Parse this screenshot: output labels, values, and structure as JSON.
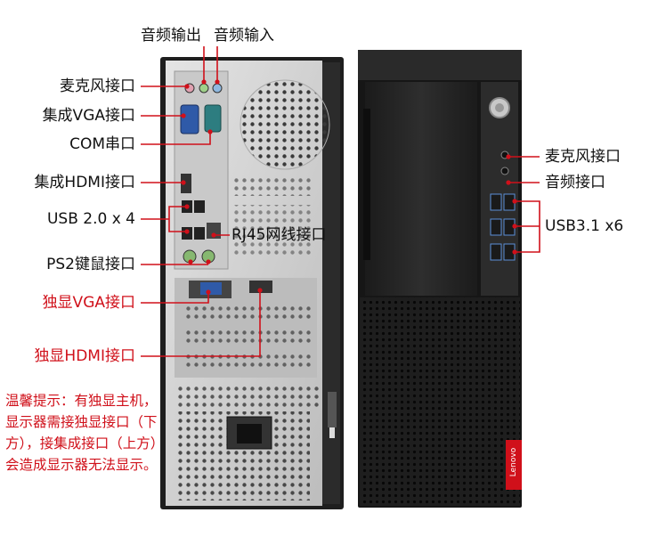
{
  "labels": {
    "audio_out": "音频输出",
    "audio_in": "音频输入",
    "mic_back": "麦克风接口",
    "vga_integrated": "集成VGA接口",
    "com": "COM串口",
    "hdmi_integrated": "集成HDMI接口",
    "usb20": "USB 2.0 x 4",
    "rj45": "RJ45网线接口",
    "ps2": "PS2键鼠接口",
    "vga_discrete": "独显VGA接口",
    "hdmi_discrete": "独显HDMI接口",
    "mic_front": "麦克风接口",
    "audio_front": "音频接口",
    "usb31": "USB3.1 x6"
  },
  "note": "温馨提示：有独显主机，显示器需接独显接口（下方），接集成接口（上方）会造成显示器无法显示。",
  "brand": "Lenovo",
  "colors": {
    "annotation_red": "#d0101a",
    "label_black": "#111111",
    "chassis": "#2a2a2a",
    "back_panel": "#d8d8d8"
  }
}
